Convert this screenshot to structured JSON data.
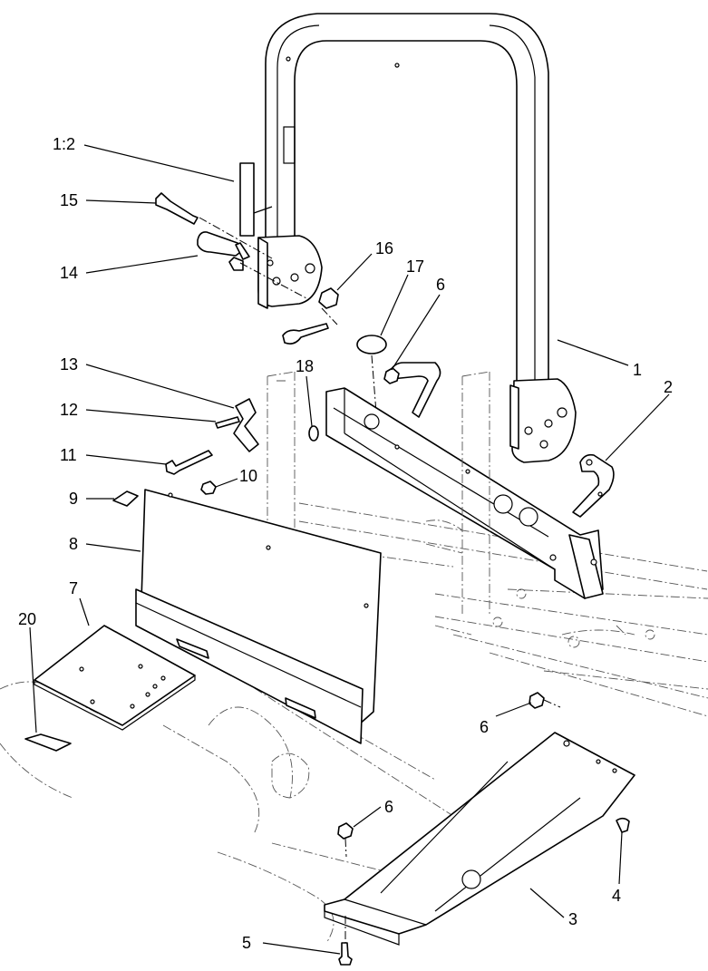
{
  "callouts": [
    {
      "id": "c1-2",
      "text": "1:2"
    },
    {
      "id": "c15",
      "text": "15"
    },
    {
      "id": "c14",
      "text": "14"
    },
    {
      "id": "c16",
      "text": "16"
    },
    {
      "id": "c17",
      "text": "17"
    },
    {
      "id": "c6a",
      "text": "6"
    },
    {
      "id": "c1",
      "text": "1"
    },
    {
      "id": "c2",
      "text": "2"
    },
    {
      "id": "c13",
      "text": "13"
    },
    {
      "id": "c18",
      "text": "18"
    },
    {
      "id": "c12",
      "text": "12"
    },
    {
      "id": "c11",
      "text": "11"
    },
    {
      "id": "c10",
      "text": "10"
    },
    {
      "id": "c9",
      "text": "9"
    },
    {
      "id": "c8",
      "text": "8"
    },
    {
      "id": "c7",
      "text": "7"
    },
    {
      "id": "c20",
      "text": "20"
    },
    {
      "id": "c6b",
      "text": "6"
    },
    {
      "id": "c6c",
      "text": "6"
    },
    {
      "id": "c4",
      "text": "4"
    },
    {
      "id": "c3",
      "text": "3"
    },
    {
      "id": "c5",
      "text": "5"
    }
  ]
}
